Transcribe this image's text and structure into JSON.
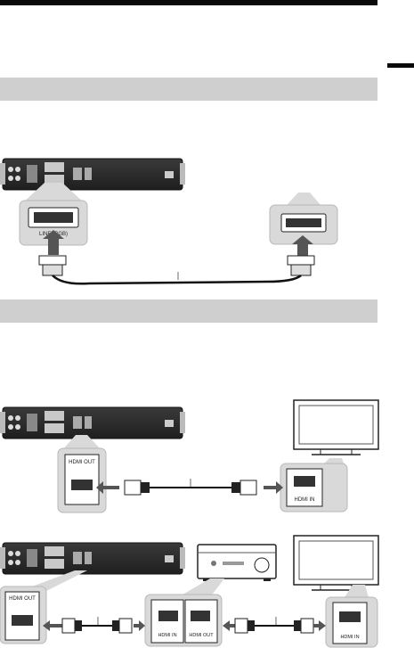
{
  "figure_scart": {
    "player_jack_label": "LINE (RGB)",
    "tv_jack_label": ""
  },
  "figure_hdmi_tv": {
    "player_port_label": "HDMI OUT",
    "tv_port_label": "HDMI IN"
  },
  "figure_hdmi_amp": {
    "player_port_label": "HDMI OUT",
    "amp_in_label": "HDMI IN",
    "amp_out_label": "HDMI OUT",
    "tv_port_label": "HDMI IN"
  }
}
